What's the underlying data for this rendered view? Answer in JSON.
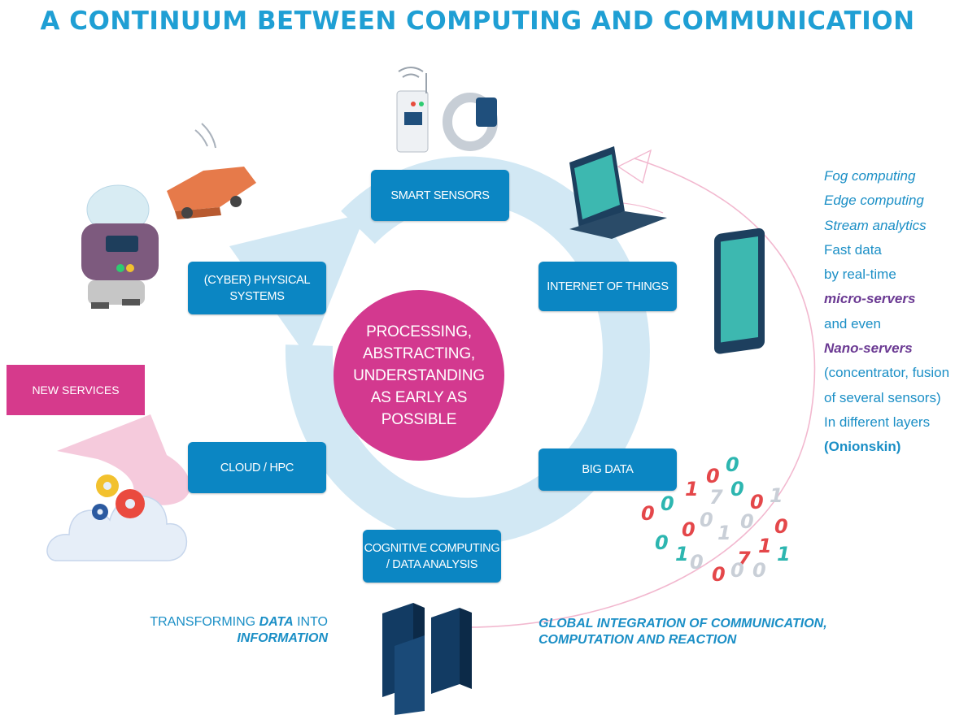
{
  "title": "A CONTINUUM BETWEEN COMPUTING AND COMMUNICATION",
  "center_text": [
    "PROCESSING,",
    "ABSTRACTING,",
    "UNDERSTANDING",
    "AS EARLY AS",
    "POSSIBLE"
  ],
  "boxes": {
    "smart_sensors": "SMART SENSORS",
    "iot": "INTERNET OF THINGS",
    "big_data": "BIG DATA",
    "cognitive": [
      "COGNITIVE COMPUTING",
      "/ DATA ANALYSIS"
    ],
    "cloud": "CLOUD / HPC",
    "cyber": [
      "(CYBER) PHYSICAL",
      "SYSTEMS"
    ],
    "new_services": "NEW SERVICES"
  },
  "side_list": [
    "Fog computing",
    "Edge computing",
    "Stream analytics",
    "Fast data",
    "by real-time",
    "micro-servers",
    "and even",
    "Nano-servers",
    "(concentrator, fusion",
    "of several sensors)",
    "In different layers",
    "(Onionskin)"
  ],
  "caption_left": {
    "part1": "TRANSFORMING ",
    "part2": "DATA",
    "part3": " INTO",
    "part4": "INFORMATION"
  },
  "caption_right": [
    "GLOBAL INTEGRATION OF COMMUNICATION,",
    "COMPUTATION AND REACTION"
  ],
  "binary_digits": [
    "0",
    "0",
    "1",
    "0",
    "0",
    "7",
    "0",
    "0",
    "1",
    "0",
    "0",
    "1",
    "0",
    "0",
    "1",
    "0",
    "1",
    "7",
    "0",
    "0",
    "0",
    "0",
    "1"
  ],
  "colors": {
    "title": "#1f9fd4",
    "box": "#0b86c3",
    "center": "#d3398f",
    "new_services": "#d63a8c",
    "ring": "#cfe6f3",
    "text_blue": "#1b8fc6",
    "text_purple": "#6b3a93"
  }
}
